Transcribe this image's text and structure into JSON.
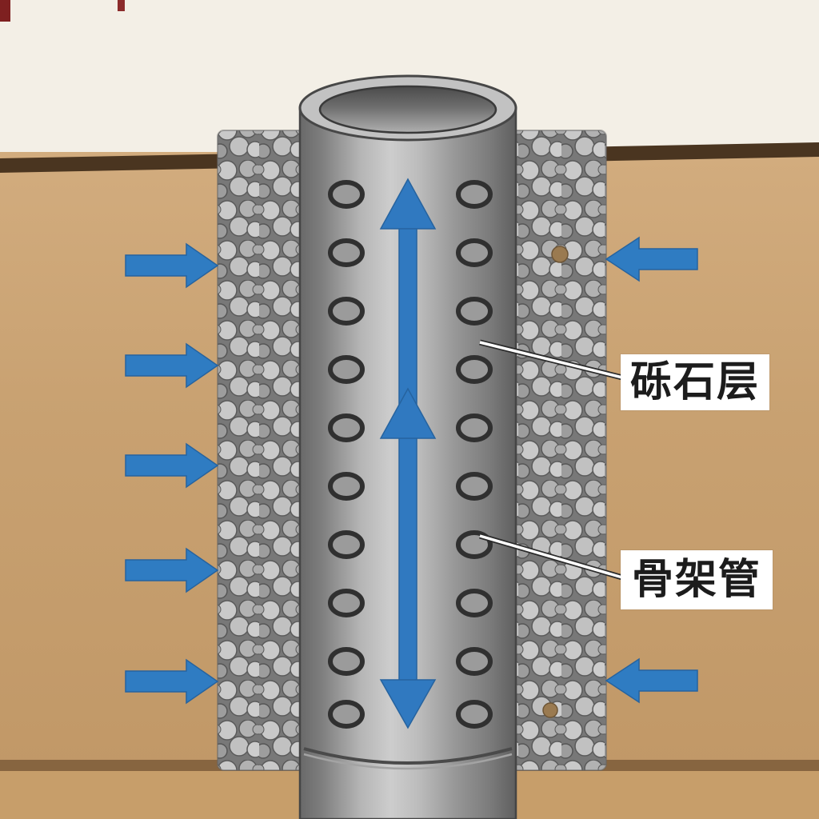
{
  "diagram": {
    "type": "technical-illustration",
    "subject": "well screen cross-section with gravel pack and water flow arrows",
    "callouts": [
      {
        "id": "gravel-layer",
        "text": "砾石层"
      },
      {
        "id": "skeleton-pipe",
        "text": "骨架管"
      }
    ],
    "flow_arrows": {
      "left_horizontal_count": 5,
      "right_horizontal_count": 2,
      "vertical_inside_pipe": [
        "up",
        "up",
        "down"
      ]
    },
    "colors": {
      "arrow": "#2f7cc2",
      "soil": "#c7a173",
      "surface_line": "#4a3520",
      "background_top": "#f3efe6",
      "pipe": "#9a9a9a",
      "gravel": "#aaaaaa",
      "label_background": "#ffffff",
      "label_text": "#1c1c1c"
    }
  }
}
